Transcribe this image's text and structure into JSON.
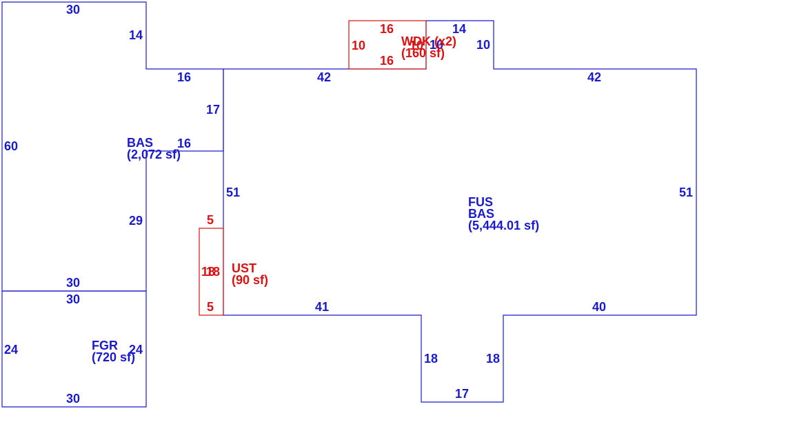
{
  "colors": {
    "building": "#1a1acc",
    "addon": "#dd1111",
    "background": "#ffffff"
  },
  "areas": {
    "bas_left": {
      "code": "BAS",
      "area": "(2,072 sf)"
    },
    "main": {
      "code1": "FUS",
      "code2": "BAS",
      "area": "(5,444.01 sf)"
    },
    "fgr": {
      "code": "FGR",
      "area": "(720 sf)"
    },
    "wdk": {
      "code": "WDK (x2)",
      "area": "(160 sf)"
    },
    "ust": {
      "code": "UST",
      "area": "(90 sf)"
    }
  },
  "dims": {
    "bas_top": "30",
    "bas_right_upper": "14",
    "bas_step_top": "16",
    "bas_step_side": "17",
    "bas_step_bottom": "16",
    "bas_left": "60",
    "bas_right_lower": "29",
    "bas_bottom": "30",
    "fgr_top": "30",
    "fgr_left": "24",
    "fgr_right": "24",
    "fgr_bottom": "30",
    "main_top_left": "42",
    "main_top_right": "42",
    "main_left": "51",
    "main_right": "51",
    "main_bottom_left": "41",
    "main_bottom_right": "40",
    "bump_left": "18",
    "bump_right": "18",
    "bump_bottom": "17",
    "notch_top": "14",
    "notch_left": "10",
    "notch_right": "10",
    "wdk_top": "16",
    "wdk_bottom": "16",
    "wdk_left": "10",
    "wdk_right": "10",
    "ust_top": "5",
    "ust_bottom": "5",
    "ust_left": "18",
    "ust_right": "18"
  }
}
